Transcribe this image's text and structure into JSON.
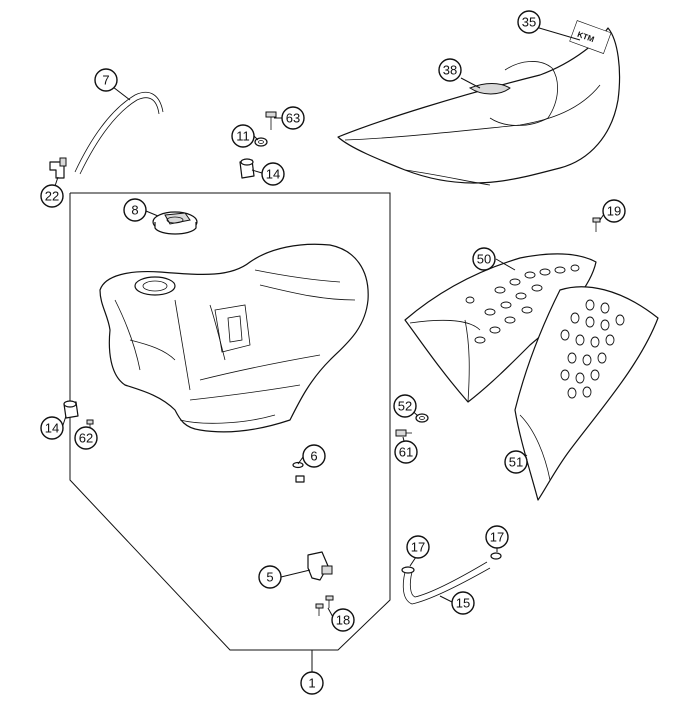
{
  "diagram": {
    "logo_text": "KTM",
    "callouts": {
      "c35": "35",
      "c38": "38",
      "c7": "7",
      "c11": "11",
      "c63": "63",
      "c14_top": "14",
      "c22": "22",
      "c8": "8",
      "c19": "19",
      "c50": "50",
      "c14_left": "14",
      "c62": "62",
      "c52": "52",
      "c61": "61",
      "c51": "51",
      "c6": "6",
      "c5": "5",
      "c18": "18",
      "c17_left": "17",
      "c17_right": "17",
      "c15": "15",
      "c1": "1"
    }
  }
}
